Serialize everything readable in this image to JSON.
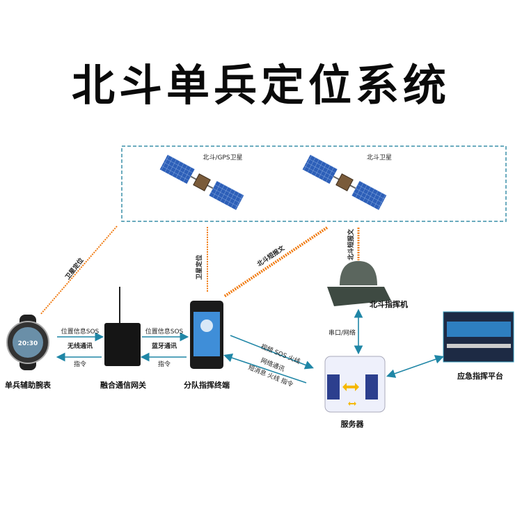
{
  "title": "北斗单兵定位系统",
  "satellites": {
    "left_label": "北斗/GPS卫星",
    "right_label": "北斗卫星"
  },
  "links": {
    "left_sat": "卫星定位",
    "center_sat": "卫星定位",
    "diag_short_msg": "北斗短报文",
    "vertical_short_msg": "北斗短报文",
    "watch_to_gateway": "位置信息SOS",
    "watch_gateway_mid": "无线通讯",
    "gateway_to_watch": "指令",
    "gateway_to_phone": "位置信息SOS",
    "gateway_phone_mid": "蓝牙通讯",
    "phone_to_gateway": "指令",
    "phone_to_server": "视频 SOS 火线",
    "phone_server_mid": "网络通讯",
    "server_to_phone": "短消息 火线 指令",
    "commander_server": "串口/网络"
  },
  "devices": {
    "watch": "单兵辅助腕表",
    "gateway": "融合通信网关",
    "phone": "分队指挥终端",
    "commander": "北斗指挥机",
    "server": "服务器",
    "platform": "应急指挥平台"
  },
  "watch_time": "20:30",
  "colors": {
    "arrow": "#1f86a6",
    "zigzag": "#f07a10",
    "box": "#3a8fa8"
  }
}
